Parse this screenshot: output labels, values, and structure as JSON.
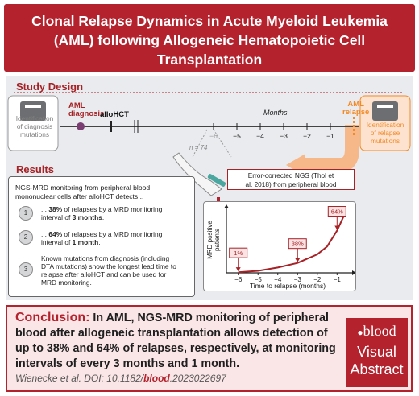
{
  "title": "Clonal Relapse Dynamics in Acute Myeloid Leukemia\n(AML) following Allogeneic Hematopoietic Cell\nTransplantation",
  "study_design": {
    "heading": "Study Design",
    "left_icon_label": "Identification\nof diagnosis\nmutations",
    "right_icon_label": "Identification\nof relapse\nmutations",
    "aml_diagnosis": "AML\ndiagnosis",
    "allohct": "alloHCT",
    "months_label": "Months",
    "aml_relapse": "AML\nrelapse",
    "month_ticks": [
      "−6",
      "−5",
      "−4",
      "−3",
      "−2",
      "−1"
    ],
    "n_label": "n = 74",
    "ngs_box": "Error-corrected NGS (Thol et\nal. 2018) from peripheral blood"
  },
  "results": {
    "heading": "Results",
    "intro": "NGS-MRD monitoring from peripheral blood mononuclear cells after alloHCT detects...",
    "items": [
      {
        "num": "1",
        "pre": "... ",
        "bold1": "38%",
        "mid": " of relapses by a MRD monitoring interval of ",
        "bold2": "3 months",
        "post": "."
      },
      {
        "num": "2",
        "pre": "... ",
        "bold1": "64%",
        "mid": " of relapses by a MRD monitoring interval of ",
        "bold2": "1 month",
        "post": "."
      },
      {
        "num": "3",
        "text": "Known mutations from diagnosis (including DTA mutations) show the longest lead time to relapse after alloHCT and can be used for MRD monitoring."
      }
    ]
  },
  "chart_data": {
    "type": "line",
    "title": "",
    "xlabel": "Time to relapse (months)",
    "ylabel": "MRD positive\npatients",
    "x_ticks": [
      "−6",
      "−5",
      "−4",
      "−3",
      "−2",
      "−1"
    ],
    "callouts": [
      {
        "label": "1%",
        "x": -6
      },
      {
        "label": "38%",
        "x": -3
      },
      {
        "label": "64%",
        "x": -1
      }
    ],
    "curve_x": [
      -6,
      -5,
      -4,
      -3,
      -2,
      -1.5,
      -1,
      -0.6
    ],
    "curve_y": [
      1,
      3,
      8,
      15,
      28,
      40,
      64,
      90
    ],
    "colors": {
      "curve": "#a62226",
      "axis": "#222222"
    }
  },
  "conclusion": {
    "label": "Conclusion:",
    "text": "In AML, NGS-MRD monitoring of peripheral blood after allogeneic transplantation allows detection of up to 38% and 64% of relapses, respectively, at monitoring intervals of every 3 months and 1 month.",
    "citation_pre": "Wienecke et al. DOI: 10.1182/",
    "citation_bold": "blood",
    "citation_post": ".2023022697"
  },
  "logo": {
    "brand": "blood",
    "line1": "Visual",
    "line2": "Abstract"
  },
  "colors": {
    "brand_red": "#b4222d",
    "accent_orange": "#f28a27",
    "panel_grey": "#e9ebee"
  }
}
